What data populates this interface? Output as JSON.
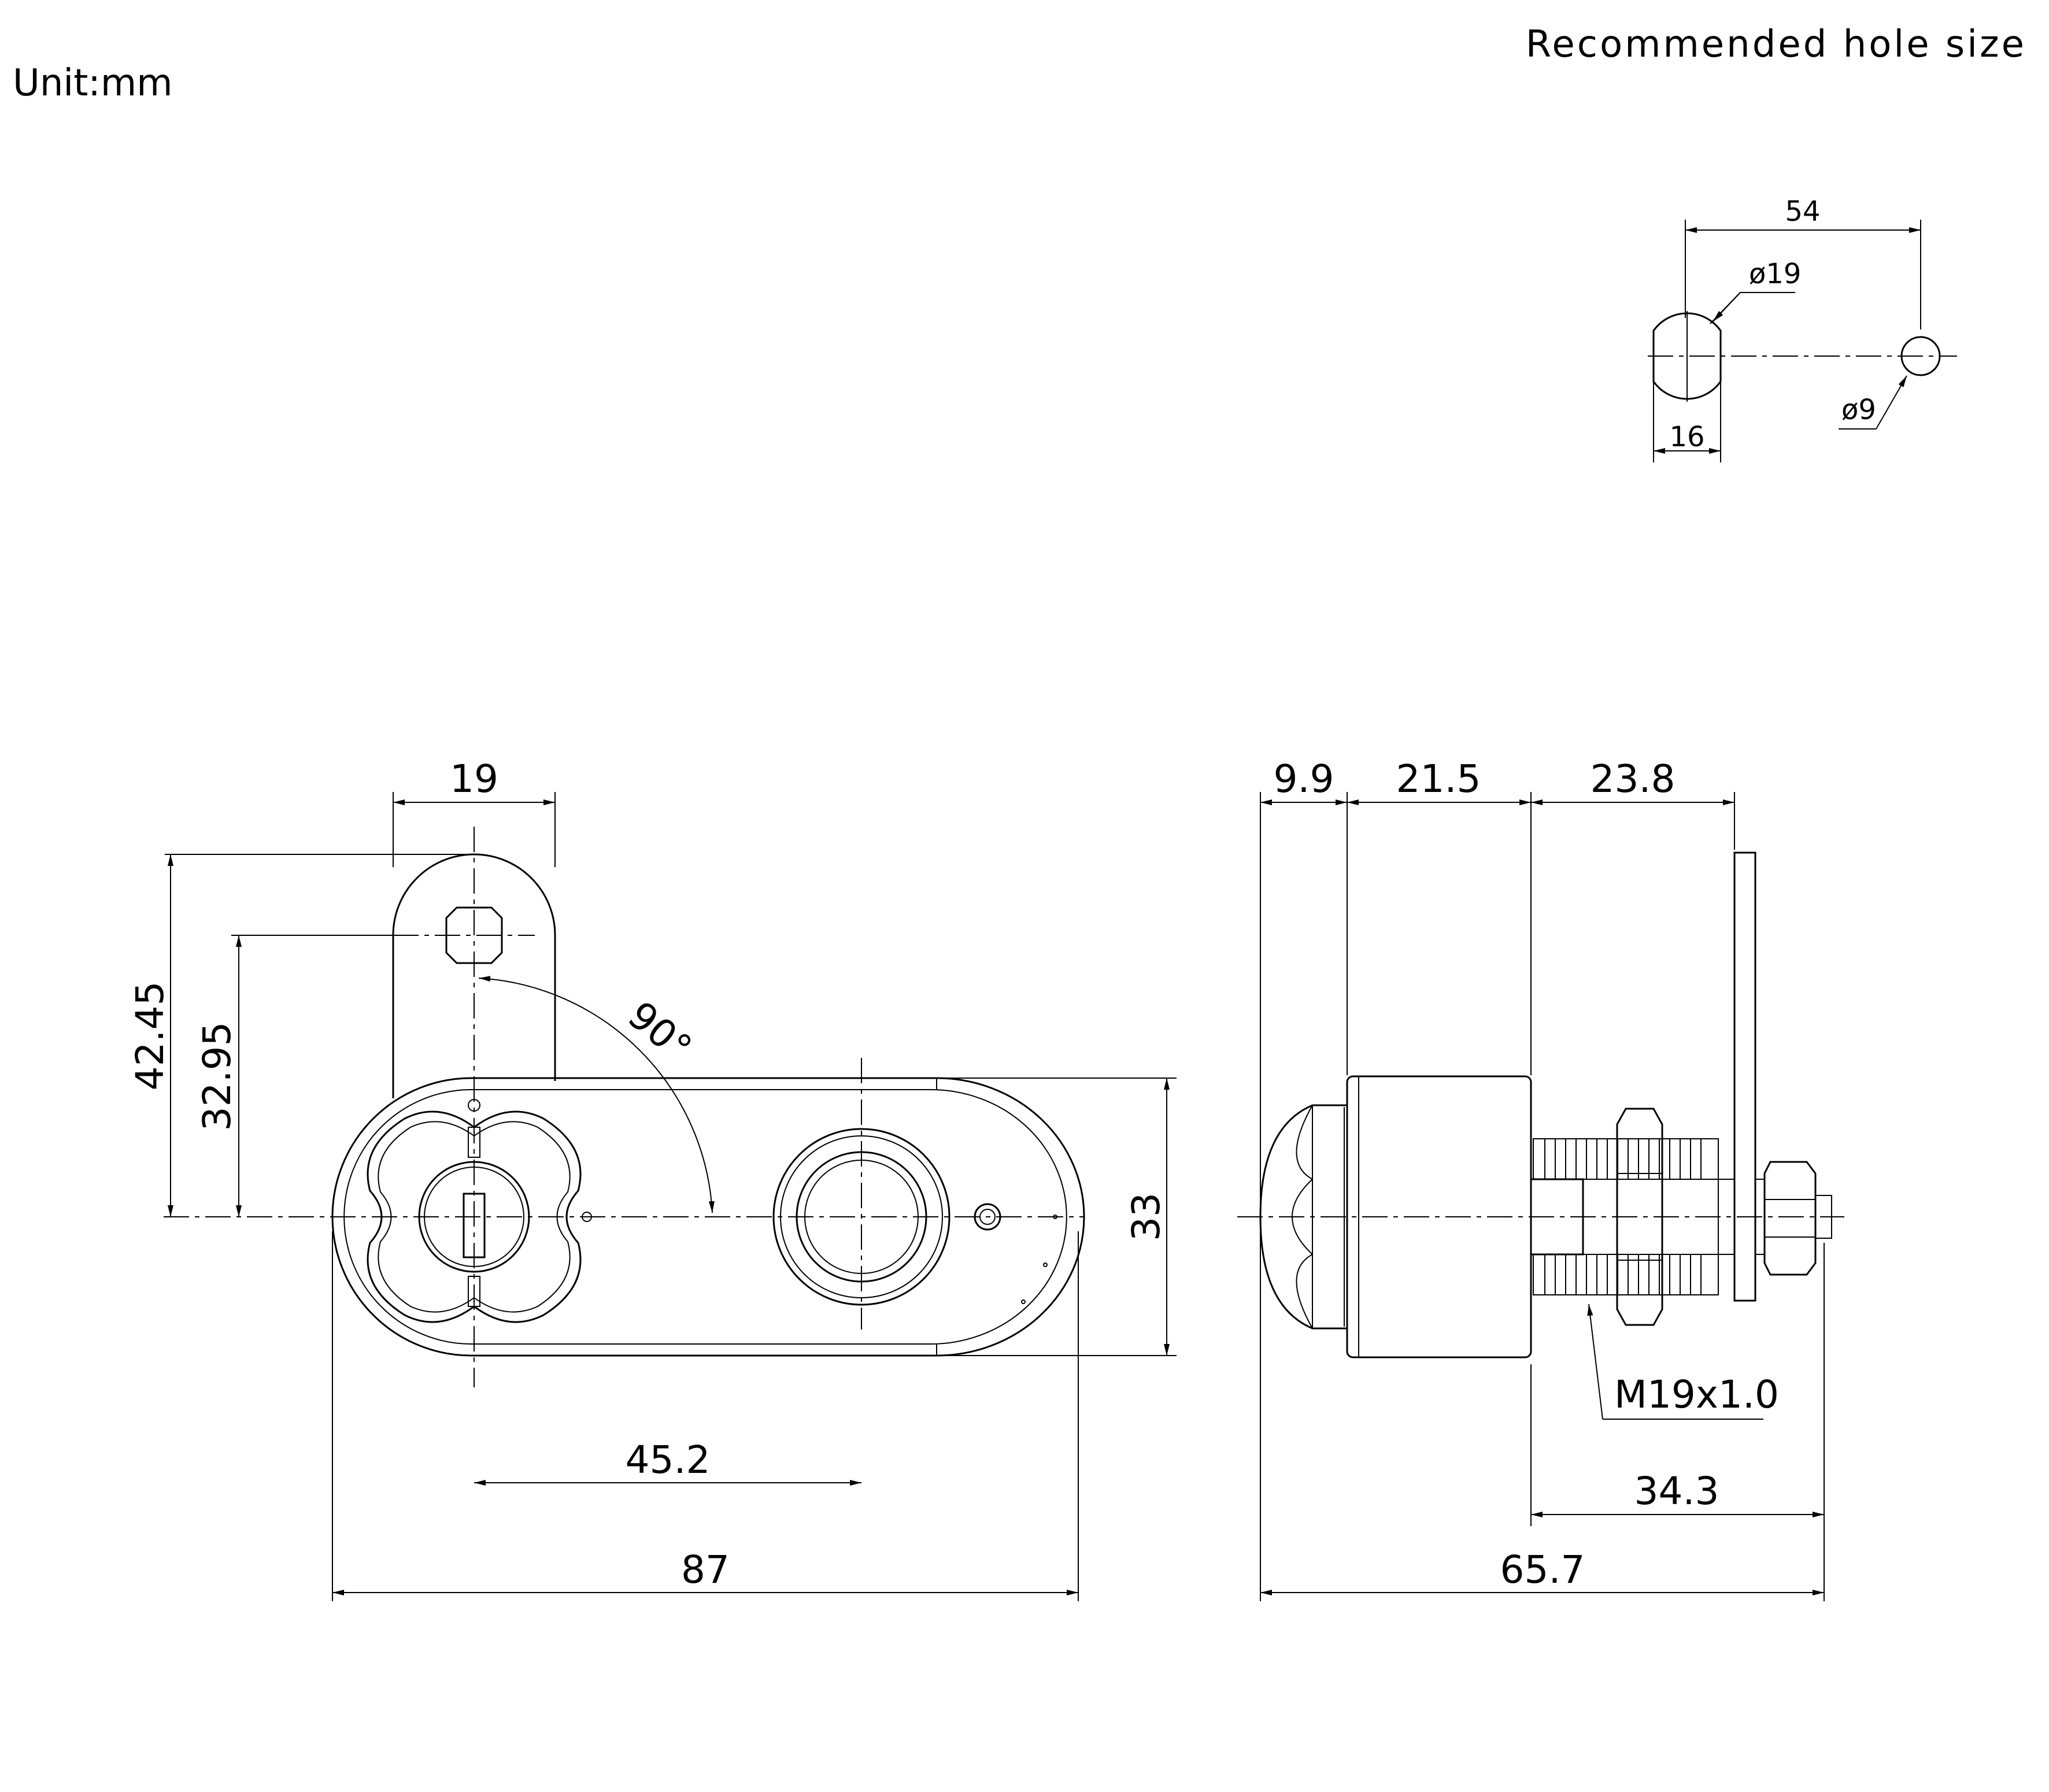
{
  "header": {
    "unit_label": "Unit:mm",
    "hole_title": "Recommended hole size"
  },
  "hole": {
    "spacing": "54",
    "large_dia": "ø19",
    "flat_width": "16",
    "small_dia": "ø9"
  },
  "front_view": {
    "cam_width": "19",
    "cam_offset_outer": "42.45",
    "cam_offset_inner": "32.95",
    "rotation": "90°",
    "height": "33",
    "hole_spacing": "45.2",
    "total_length": "87"
  },
  "side_view": {
    "head_depth": "9.9",
    "body_depth": "21.5",
    "shank_depth": "23.8",
    "thread": "M19x1.0",
    "thread_length": "34.3",
    "total_length": "65.7"
  }
}
